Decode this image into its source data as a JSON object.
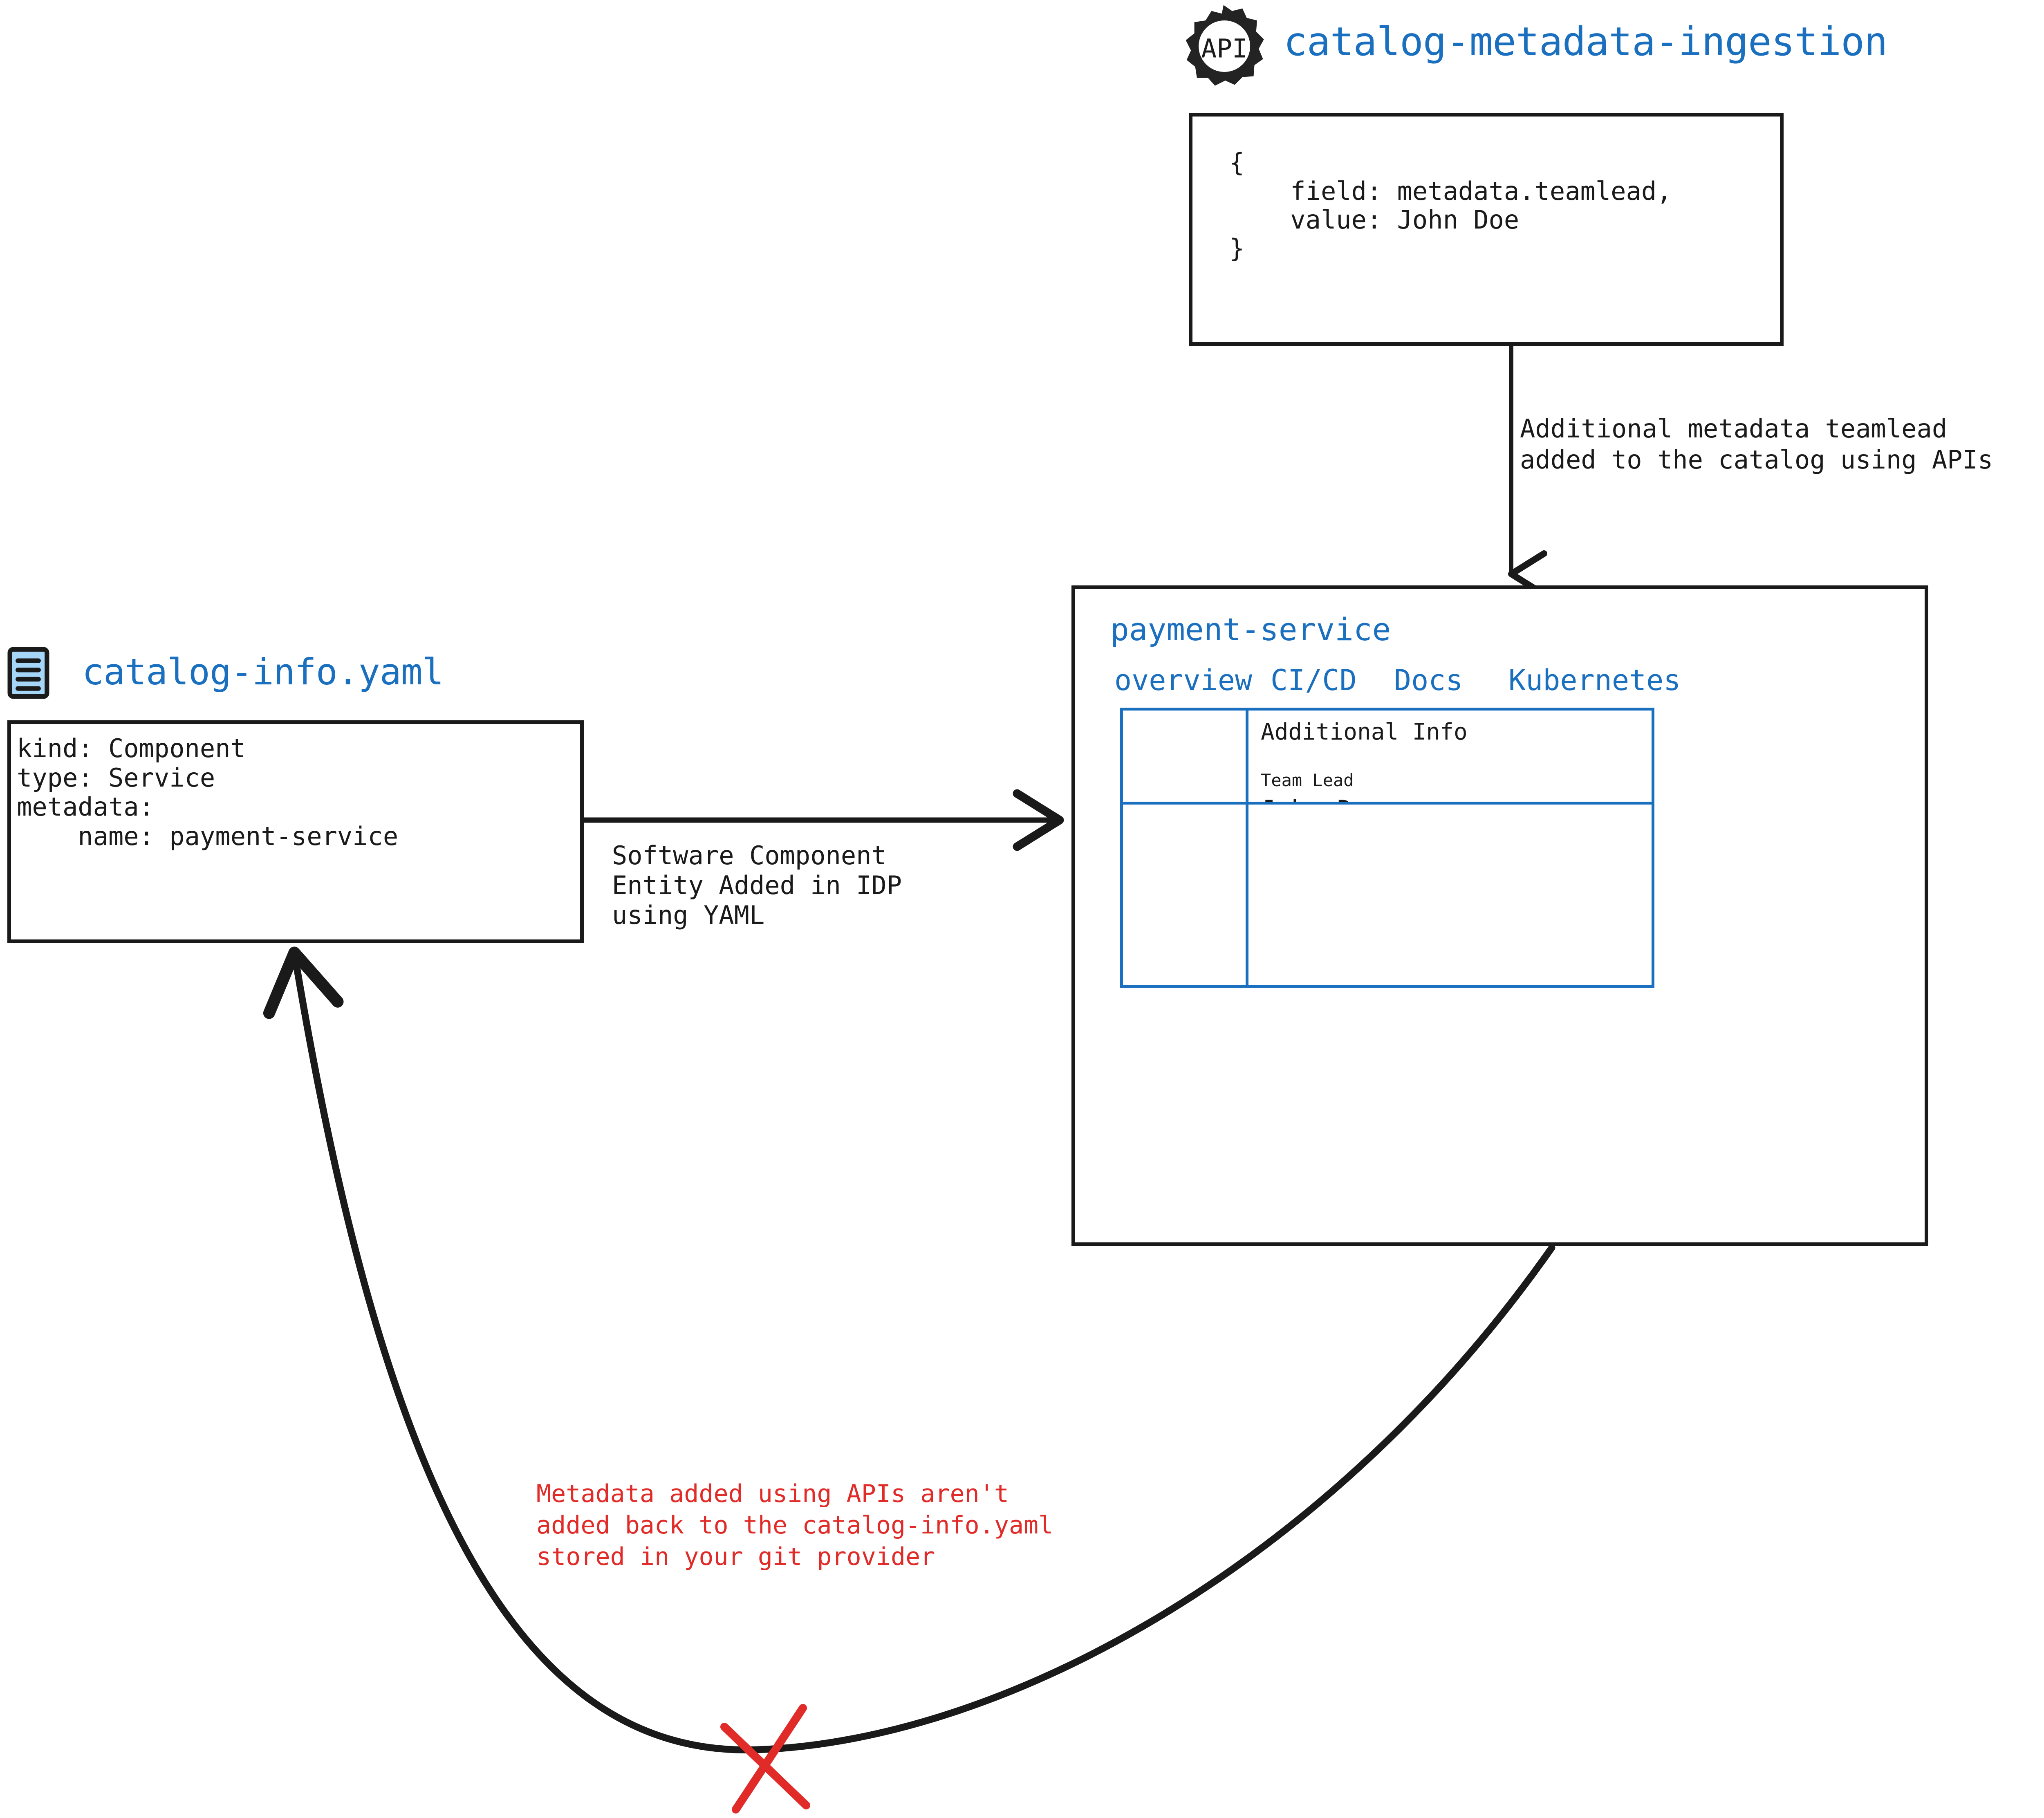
{
  "colors": {
    "accent_blue": "#1a6fbf",
    "ink": "#1a1a1a",
    "warning_red": "#e02b28",
    "file_icon_fill": "#a5d5f7"
  },
  "api_node": {
    "icon": "api-gear-icon",
    "icon_text": "API",
    "title": "catalog-metadata-ingestion",
    "code": "{\n    field: metadata.teamlead,\n    value: John Doe\n}"
  },
  "api_edge": {
    "label": "Additional metadata teamlead\nadded to the catalog using APIs"
  },
  "yaml_node": {
    "icon": "yaml-file-icon",
    "title": "catalog-info.yaml",
    "code": "kind: Component\ntype: Service\nmetadata:\n    name: payment-service"
  },
  "yaml_edge": {
    "label": "Software Component\nEntity Added in IDP\nusing YAML"
  },
  "service_panel": {
    "title": "payment-service",
    "tabs": [
      {
        "id": "overview",
        "label": "overview"
      },
      {
        "id": "cicd",
        "label": "CI/CD"
      },
      {
        "id": "docs",
        "label": "Docs"
      },
      {
        "id": "kubernetes",
        "label": "Kubernetes"
      }
    ],
    "cards": {
      "overview_card": "",
      "info_card": {
        "title": "Additional Info",
        "field_label": "Team Lead",
        "field_value": "John Doe"
      },
      "bottom_left_card": "",
      "bottom_right_card": ""
    }
  },
  "warning": {
    "text": "Metadata added using APIs aren't\nadded back to the catalog-info.yaml\nstored in your git provider",
    "marker": "red-x-mark"
  }
}
